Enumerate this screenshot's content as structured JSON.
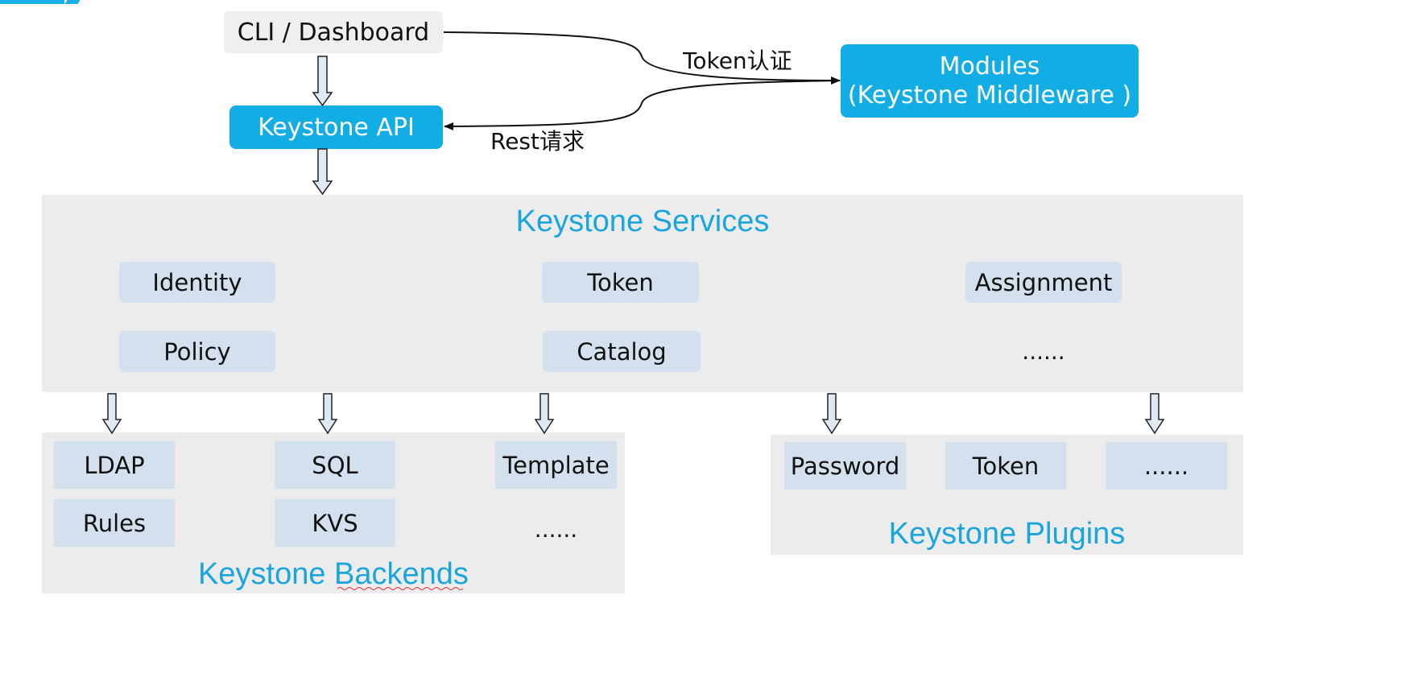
{
  "nodes": {
    "cli": "CLI / Dashboard",
    "api": "Keystone API",
    "modules_line1": "Modules",
    "modules_line2": "(Keystone Middleware )"
  },
  "edges": {
    "token_auth": "Token认证",
    "rest_request": "Rest请求"
  },
  "services": {
    "title": "Keystone Services",
    "items": [
      "Identity",
      "Token",
      "Assignment",
      "Policy",
      "Catalog",
      "......"
    ]
  },
  "backends": {
    "title": "Keystone Backends",
    "items": [
      "LDAP",
      "SQL",
      "Template",
      "Rules",
      "KVS",
      "......"
    ]
  },
  "plugins": {
    "title": "Keystone Plugins",
    "items": [
      "Password",
      "Token",
      "......"
    ]
  },
  "colors": {
    "accent": "#13ade6",
    "title_blue": "#1aa5dd",
    "panel": "#ececec",
    "box": "#d3e1ee"
  }
}
